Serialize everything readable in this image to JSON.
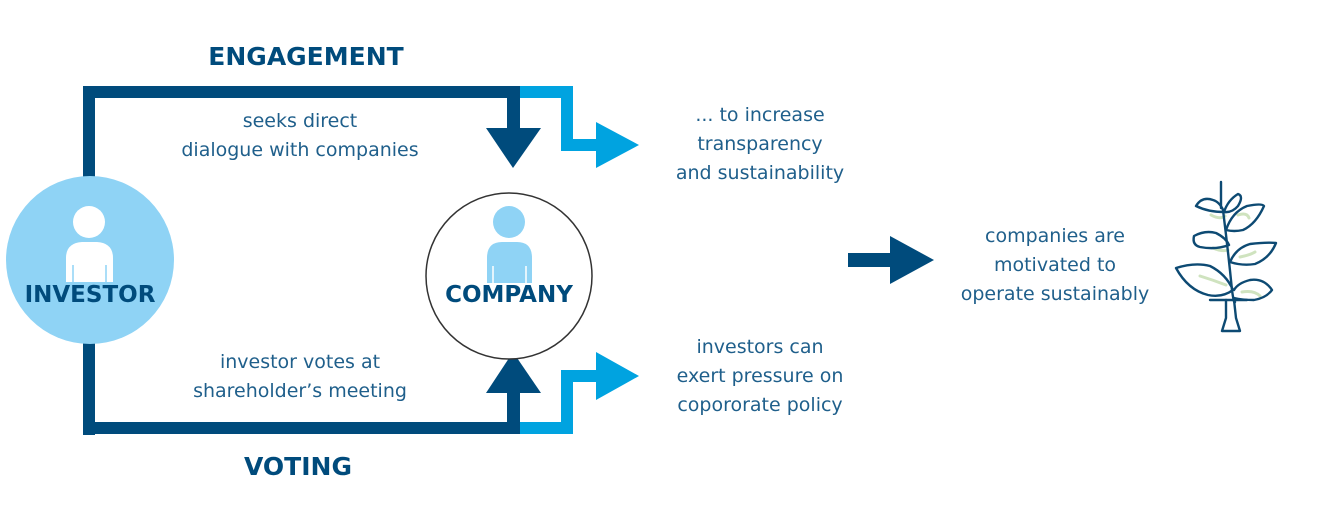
{
  "colors": {
    "dark_blue": "#004b7c",
    "light_blue": "#00a3e0",
    "pale_blue": "#8fd3f5",
    "text_blue": "#1f5f8b",
    "leaf_green": "#cfe3bf"
  },
  "engagement": {
    "title": "ENGAGEMENT",
    "description": [
      "seeks direct",
      "dialogue with companies"
    ],
    "outcome": [
      "... to increase",
      "transparency",
      "and sustainability"
    ]
  },
  "voting": {
    "title": "VOTING",
    "description": [
      "investor votes at",
      "shareholder’s meeting"
    ],
    "outcome": [
      "investors can",
      "exert pressure on",
      "copororate policy"
    ]
  },
  "nodes": {
    "investor": {
      "label": "INVESTOR",
      "icon": "person-icon"
    },
    "company": {
      "label": "COMPANY",
      "icon": "person-icon"
    }
  },
  "result": {
    "text": [
      "companies are",
      "motivated to",
      "operate sustainably"
    ],
    "icon": "plant-icon"
  }
}
